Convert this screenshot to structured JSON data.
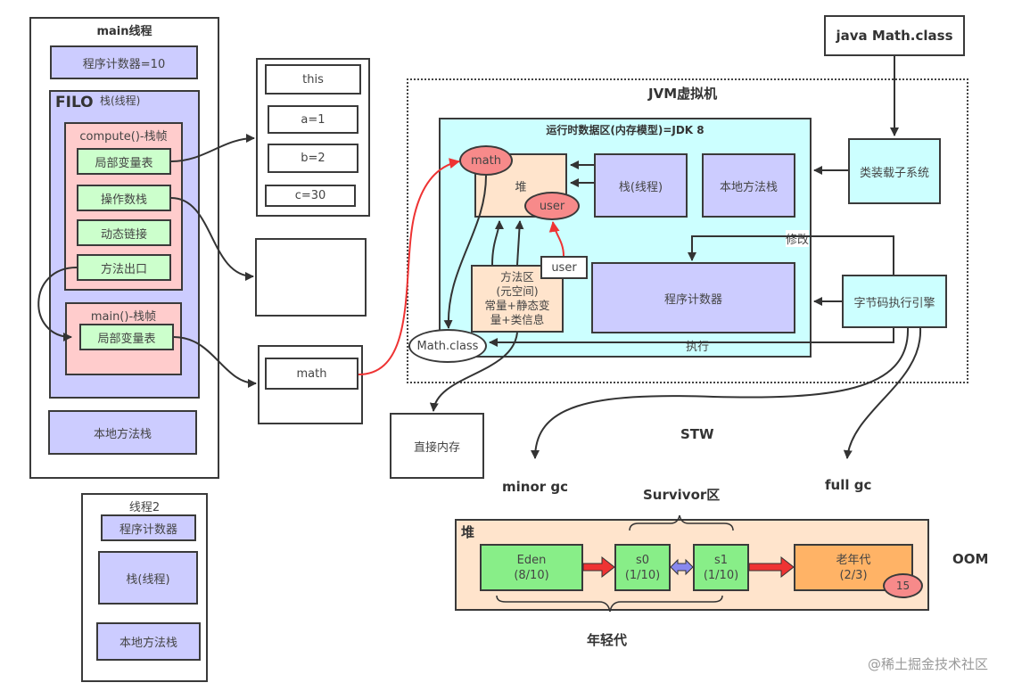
{
  "main_thread": {
    "title": "main线程",
    "program_counter": "程序计数器=10",
    "stack_label_filo": "FILO",
    "stack_label": "栈(线程)",
    "compute_frame": {
      "title": "compute()-栈帧",
      "items": [
        "局部变量表",
        "操作数栈",
        "动态链接",
        "方法出口"
      ]
    },
    "main_frame": {
      "title": "main()-栈帧",
      "items": [
        "局部变量表"
      ]
    },
    "native_stack": "本地方法栈"
  },
  "thread2": {
    "title": "线程2",
    "program_counter": "程序计数器",
    "stack": "栈(线程)",
    "native_stack": "本地方法栈"
  },
  "local_vars_box": {
    "items": [
      "this",
      "a=1",
      "b=2",
      "c=30"
    ]
  },
  "main_local_vars_box": {
    "items": [
      "math"
    ]
  },
  "jvm": {
    "title": "JVM虚拟机",
    "runtime_area": {
      "title": "运行时数据区(内存模型)=JDK 8",
      "heap": "堆",
      "heap_objects": [
        "math",
        "user"
      ],
      "stack": "栈(线程)",
      "native_stack": "本地方法栈",
      "method_area": [
        "方法区",
        "(元空间)",
        "常量+静态变",
        "量+类信息"
      ],
      "user_ref": "user",
      "program_counter": "程序计数器",
      "math_class": "Math.class"
    },
    "class_loader": "类装载子系统",
    "exec_engine": "字节码执行引擎",
    "edge_modify": "修改",
    "edge_execute": "执行"
  },
  "source": "java Math.class",
  "direct_memory": "直接内存",
  "gc": {
    "stw": "STW",
    "minor": "minor gc",
    "full": "full gc",
    "oom": "OOM"
  },
  "heap_layout": {
    "title": "堆",
    "survivor_label": "Survivor区",
    "young_label": "年轻代",
    "eden": {
      "name": "Eden",
      "ratio": "(8/10)"
    },
    "s0": {
      "name": "s0",
      "ratio": "(1/10)"
    },
    "s1": {
      "name": "s1",
      "ratio": "(1/10)"
    },
    "old": {
      "name": "老年代",
      "ratio": "(2/3)"
    },
    "age_threshold": "15"
  },
  "watermark": "@稀土掘金技术社区",
  "colors": {
    "lavender": "#ccccff",
    "pink": "#ffcccc",
    "green": "#ccffcc",
    "cyan": "#ccffff",
    "peach": "#ffe4cc",
    "red_object": "#f78a8a",
    "red_arrow": "#ee3333",
    "orange": "#ffb366"
  }
}
